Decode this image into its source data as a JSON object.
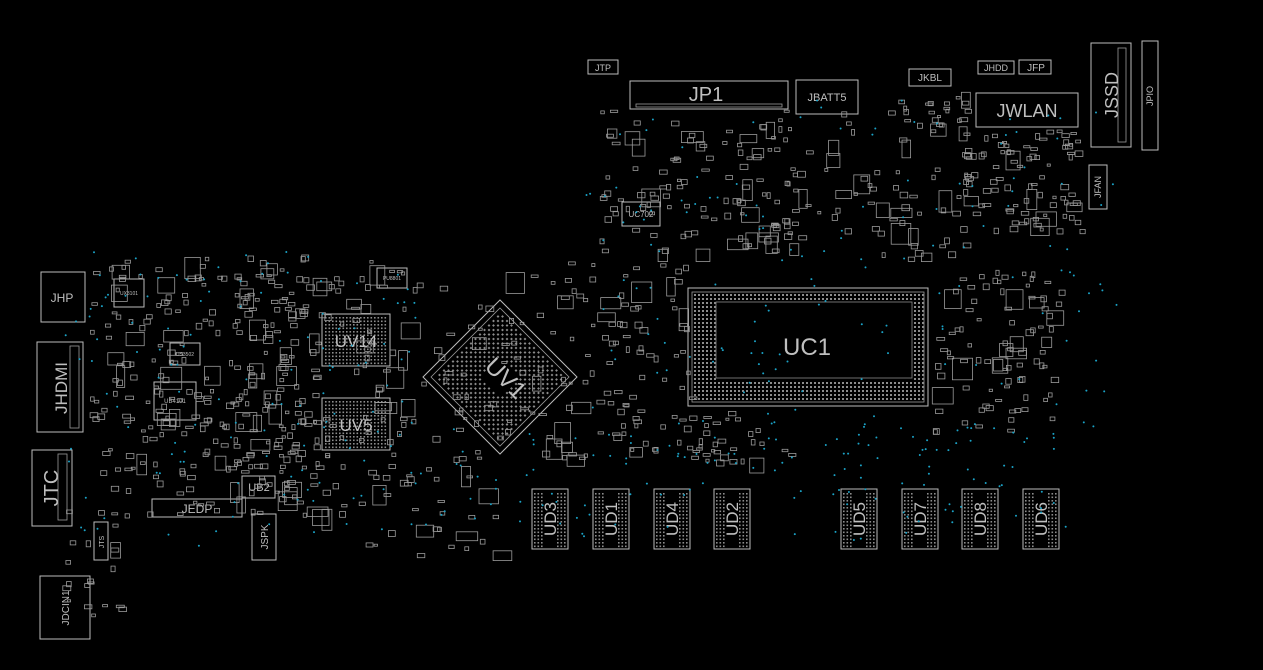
{
  "board": {
    "background": "#000000",
    "outline_color": "#bcbcbc",
    "via_color": "#1aa3c7"
  },
  "labels": {
    "jtp": "JTP",
    "jp1": "JP1",
    "jbatt5": "JBATT5",
    "jkbl": "JKBL",
    "jhdd": "JHDD",
    "jfp": "JFP",
    "jwlan": "JWLAN",
    "jssd": "JSSD",
    "jpio": "JPIO",
    "jfan": "JFAN",
    "uc702": "UC702",
    "uc1": "UC1",
    "uv1": "UV1",
    "uv14": "UV14",
    "uv5": "UV5",
    "jhp": "JHP",
    "jhdmi": "JHDMI",
    "jtc": "JTC",
    "jedp": "JEDP",
    "ub2": "UB2",
    "jspk": "JSPK",
    "jdcin1": "JDCIN1",
    "jts": "JTS",
    "ux3101": "UX3101",
    "us3502": "US3502",
    "ub4101": "UB4101",
    "pu8801": "PU8801",
    "ud3": "UD3",
    "ud1": "UD1",
    "ud4": "UD4",
    "ud2": "UD2",
    "ud5": "UD5",
    "ud7": "UD7",
    "ud8": "UD8",
    "ud6": "UD6"
  }
}
